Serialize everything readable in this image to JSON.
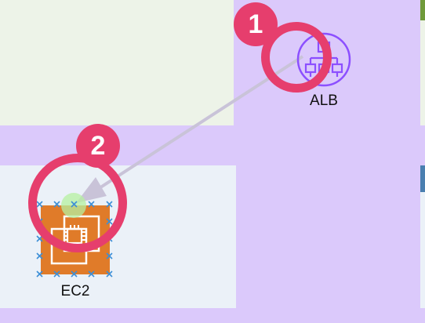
{
  "diagram": {
    "nodes": {
      "alb": {
        "label": "ALB",
        "icon": "load-balancer-icon",
        "color": "#8c4fff"
      },
      "ec2": {
        "label": "EC2",
        "icon": "ec2-chip-icon",
        "color": "#e07b29"
      }
    },
    "connector": {
      "from": "ALB",
      "to": "EC2",
      "color": "#c9c3d8"
    }
  },
  "annotations": {
    "step_1": "1",
    "step_2": "2",
    "accent_color": "#e63e6d"
  }
}
